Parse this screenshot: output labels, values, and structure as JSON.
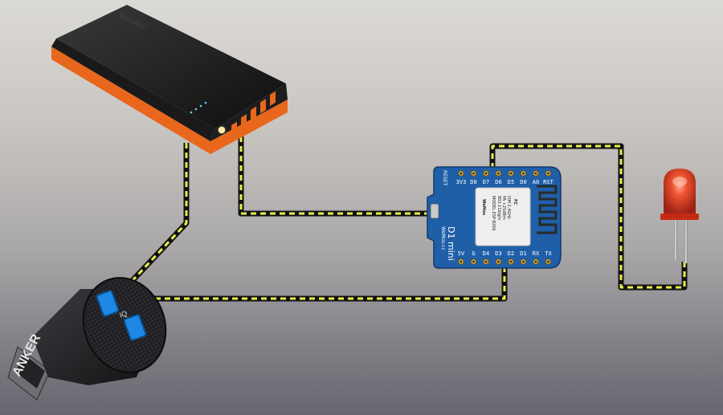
{
  "power_bank": {
    "brand": "EasyAcc"
  },
  "car_charger": {
    "brand": "ANKER",
    "port_label": "IQ"
  },
  "board": {
    "top_pins": [
      "3V3",
      "D8",
      "D7",
      "D6",
      "D5",
      "D0",
      "A0",
      "RST"
    ],
    "bottom_pins": [
      "5V",
      "G",
      "D4",
      "D3",
      "D2",
      "D1",
      "RX",
      "TX"
    ],
    "reset_label": "RESET",
    "name": "D1 mini",
    "maker": "WeMos.cc",
    "chip_logo": "WeMos",
    "fcc": "FC",
    "chip_lines": [
      "ISM 2.4GHz",
      "PA +25dBm",
      "802.11b/g/n"
    ],
    "chip_model": "MODEL ESP-8266"
  },
  "colors": {
    "wire": "#e9ec4a",
    "wire_edge": "#111111",
    "board": "#1f5fa8",
    "led": "#e5391f",
    "power_bank_accent": "#e8671c"
  }
}
